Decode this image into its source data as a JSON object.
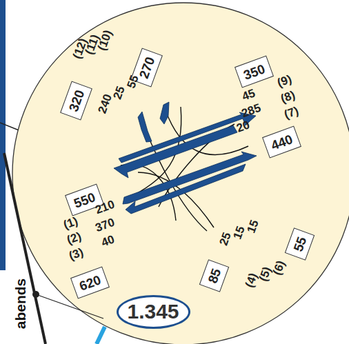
{
  "diagram": {
    "nodes": [
      {
        "text": [
          "320"
        ]
      },
      {
        "text": [
          "270"
        ]
      },
      {
        "text": [
          "350"
        ]
      },
      {
        "text": [
          "440"
        ]
      },
      {
        "text": [
          "550"
        ]
      },
      {
        "text": [
          "620"
        ]
      },
      {
        "text": [
          "85"
        ]
      },
      {
        "text": [
          "55"
        ]
      },
      {
        "text": [
          "1.345"
        ]
      }
    ],
    "labels": [
      "(12)",
      "(11)",
      "(10)",
      "240",
      "25",
      "55",
      "45",
      "285",
      "20",
      "(9)",
      "(8)",
      "(7)",
      "(1)",
      "(2)",
      "(3)",
      "210",
      "370",
      "40",
      "25",
      "15",
      "15",
      "(4)",
      "(5)",
      "(6)",
      "abends"
    ]
  }
}
